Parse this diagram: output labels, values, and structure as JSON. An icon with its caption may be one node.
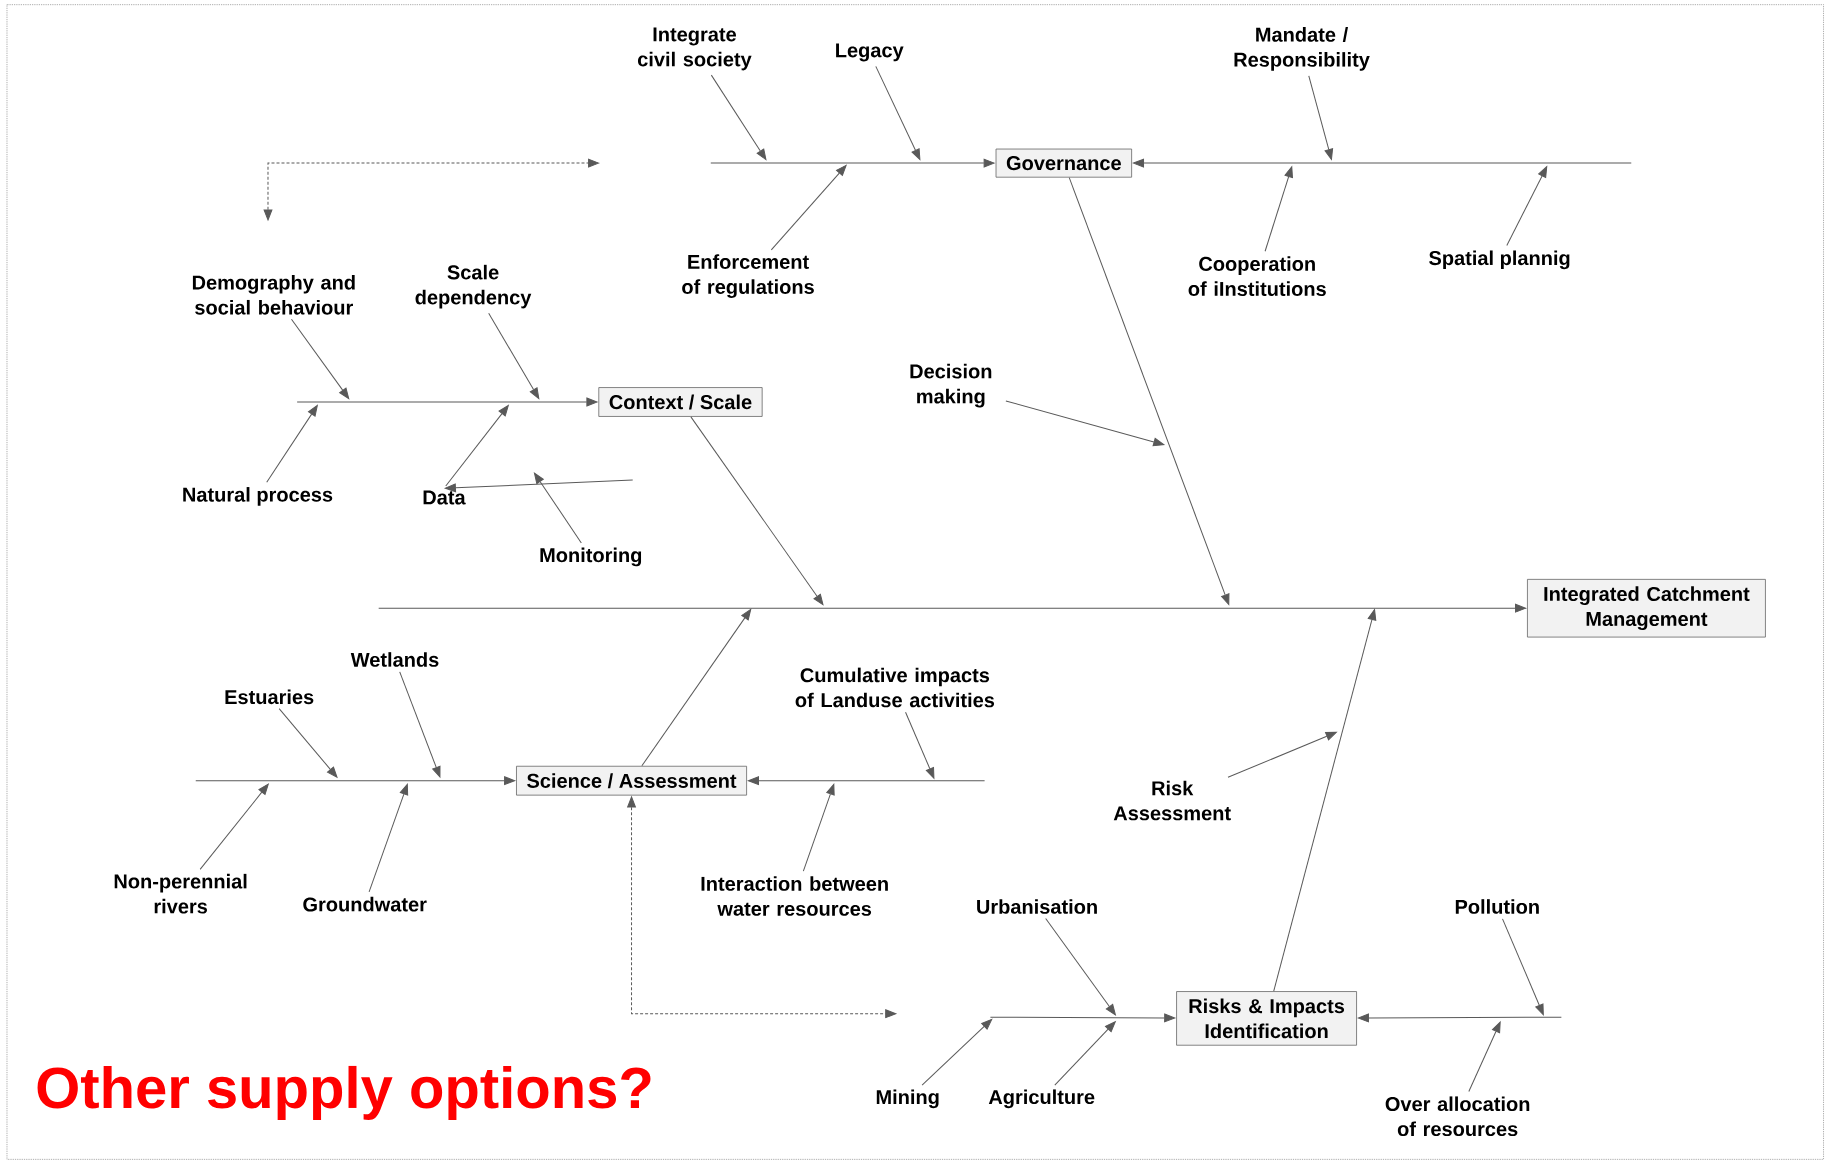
{
  "diagram": {
    "nodes": [
      {
        "text": [
          "Governance"
        ]
      },
      {
        "text": [
          "Context / Scale"
        ]
      },
      {
        "text": [
          "Science / Assessment"
        ]
      },
      {
        "text": [
          "Risks & Impacts Identification"
        ]
      },
      {
        "text": [
          "Integrated Catchment Management"
        ]
      },
      {
        "text": [
          "Integrate civil society"
        ]
      },
      {
        "text": [
          "Legacy"
        ]
      },
      {
        "text": [
          "Enforcement of regulations"
        ]
      },
      {
        "text": [
          "Mandate / Responsibility"
        ]
      },
      {
        "text": [
          "Cooperation of iInstitutions"
        ]
      },
      {
        "text": [
          "Spatial plannig"
        ]
      },
      {
        "text": [
          "Decision making"
        ]
      },
      {
        "text": [
          "Demography and social behaviour"
        ]
      },
      {
        "text": [
          "Scale dependency"
        ]
      },
      {
        "text": [
          "Natural process"
        ]
      },
      {
        "text": [
          "Data"
        ]
      },
      {
        "text": [
          "Monitoring"
        ]
      },
      {
        "text": [
          "Estuaries"
        ]
      },
      {
        "text": [
          "Wetlands"
        ]
      },
      {
        "text": [
          "Non-perennial rivers"
        ]
      },
      {
        "text": [
          "Groundwater"
        ]
      },
      {
        "text": [
          "Cumulative impacts of Landuse activities"
        ]
      },
      {
        "text": [
          "Interaction between water resources"
        ]
      },
      {
        "text": [
          "Risk Assessment"
        ]
      },
      {
        "text": [
          "Urbanisation"
        ]
      },
      {
        "text": [
          "Pollution"
        ]
      },
      {
        "text": [
          "Mining"
        ]
      },
      {
        "text": [
          "Agriculture"
        ]
      },
      {
        "text": [
          "Over allocation of resources"
        ]
      }
    ],
    "edges": [
      {
        "from": null,
        "to": 0,
        "arrow": "to"
      },
      {
        "from": null,
        "to": 0,
        "arrow": "to"
      },
      {
        "from": null,
        "to": 1,
        "arrow": "to"
      },
      {
        "from": null,
        "to": 15,
        "arrow": "to"
      },
      {
        "from": 15,
        "to": null,
        "arrow": "to"
      },
      {
        "from": null,
        "to": 2,
        "arrow": "to"
      },
      {
        "from": null,
        "to": 2,
        "arrow": "to"
      },
      {
        "from": null,
        "to": 3,
        "arrow": "to"
      },
      {
        "from": null,
        "to": 3,
        "arrow": "to"
      },
      {
        "from": 0,
        "to": null,
        "arrow": "to"
      },
      {
        "from": 1,
        "to": null,
        "arrow": "to"
      },
      {
        "from": 2,
        "to": null,
        "arrow": "to"
      },
      {
        "from": 3,
        "to": null,
        "arrow": "to"
      },
      {
        "from": null,
        "to": 4,
        "arrow": "to"
      },
      {
        "from": 2,
        "to": null,
        "arrow": "both",
        "style": "dashed"
      },
      {
        "from": 5,
        "to": null,
        "arrow": "to"
      },
      {
        "from": 6,
        "to": null,
        "arrow": "to"
      },
      {
        "from": 7,
        "to": null,
        "arrow": "to"
      },
      {
        "from": 8,
        "to": null,
        "arrow": "to"
      },
      {
        "from": 9,
        "to": null,
        "arrow": "to"
      },
      {
        "from": 10,
        "to": null,
        "arrow": "to"
      },
      {
        "from": 11,
        "to": null,
        "arrow": "to"
      },
      {
        "from": 12,
        "to": null,
        "arrow": "to"
      },
      {
        "from": 13,
        "to": null,
        "arrow": "to"
      },
      {
        "from": 14,
        "to": null,
        "arrow": "to"
      },
      {
        "from": 16,
        "to": null,
        "arrow": "to"
      },
      {
        "from": 17,
        "to": null,
        "arrow": "to"
      },
      {
        "from": 18,
        "to": null,
        "arrow": "to"
      },
      {
        "from": 19,
        "to": null,
        "arrow": "to"
      },
      {
        "from": 20,
        "to": null,
        "arrow": "to"
      },
      {
        "from": 21,
        "to": null,
        "arrow": "to"
      },
      {
        "from": 22,
        "to": null,
        "arrow": "to"
      },
      {
        "from": 23,
        "to": null,
        "arrow": "to"
      },
      {
        "from": 24,
        "to": null,
        "arrow": "to"
      },
      {
        "from": 25,
        "to": null,
        "arrow": "to"
      },
      {
        "from": 26,
        "to": null,
        "arrow": "to"
      },
      {
        "from": 27,
        "to": null,
        "arrow": "to"
      },
      {
        "from": 28,
        "to": null,
        "arrow": "to"
      }
    ],
    "labels": [
      "Other supply options?"
    ]
  }
}
